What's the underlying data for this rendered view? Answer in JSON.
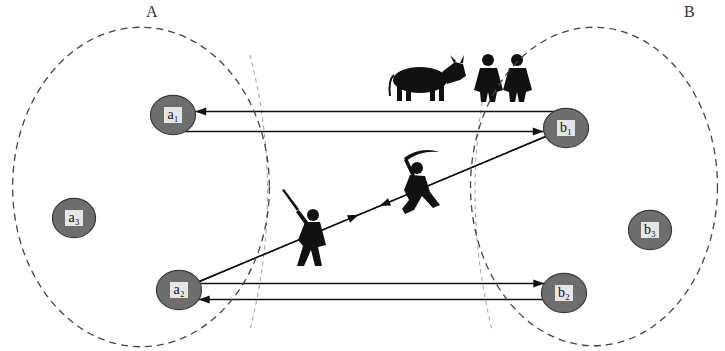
{
  "diagram": {
    "nodes": [
      {
        "text": [
          "A"
        ]
      },
      {
        "text": [
          "a₁"
        ],
        "in": 0
      },
      {
        "text": [
          "a₃"
        ],
        "in": 0
      },
      {
        "text": [
          "a₂"
        ],
        "in": 0
      },
      {
        "text": [
          "B"
        ]
      },
      {
        "text": [
          "b₁"
        ],
        "in": 4
      },
      {
        "text": [
          "b₃"
        ],
        "in": 4
      },
      {
        "text": [
          "b₂"
        ],
        "in": 4
      }
    ],
    "edges": [
      {
        "from": 5,
        "to": 1,
        "arrow": "to"
      },
      {
        "from": 1,
        "to": 5,
        "arrow": "to"
      },
      {
        "from": 3,
        "to": 5,
        "arrow": "to"
      },
      {
        "from": 5,
        "to": 3,
        "arrow": "to"
      },
      {
        "from": 3,
        "to": 7,
        "arrow": "to"
      },
      {
        "from": 7,
        "to": 3,
        "arrow": "to"
      }
    ]
  }
}
